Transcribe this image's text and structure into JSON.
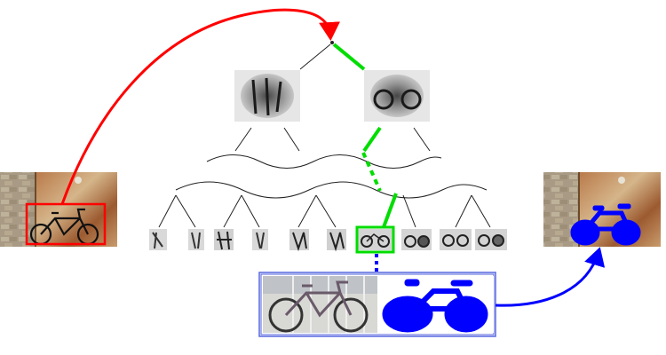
{
  "colors": {
    "detection": "#ff0000",
    "selected_path": "#00dd00",
    "segmentation": "#0000ff",
    "tree_edge": "#222222",
    "exemplar_frame": "#5566dd"
  },
  "nodes": {
    "root": "tree-root",
    "level1": [
      "template-left",
      "template-right"
    ],
    "leaves": [
      "leaf-1",
      "leaf-2",
      "leaf-3",
      "leaf-4",
      "leaf-5",
      "leaf-6",
      "leaf-7",
      "leaf-8",
      "leaf-9",
      "leaf-10"
    ],
    "selected_leaf": "leaf-7"
  },
  "icons": {
    "input_image": "bicycle-photo-with-detection-box",
    "output_image": "bicycle-photo-with-blue-mask",
    "exemplar_photo": "bicycle-exemplar-photo",
    "exemplar_mask": "bicycle-exemplar-mask"
  }
}
